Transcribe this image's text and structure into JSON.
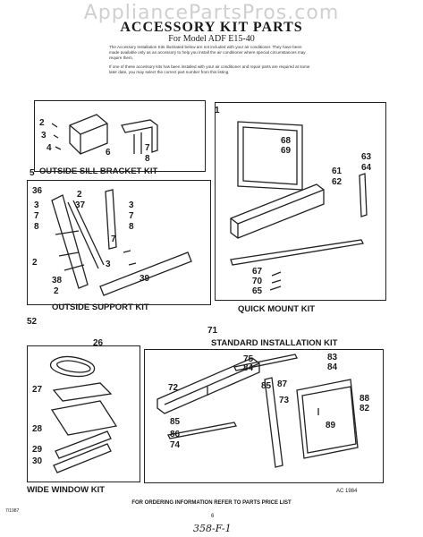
{
  "watermark": "AppliancePartsPros.com",
  "header": {
    "title": "ACCESSORY KIT PARTS",
    "subtitle": "For Model ADF E15-40"
  },
  "intro": {
    "paragraph1": "The Accessory Installation Kits illustrated below are not included with your air conditioner. They have been made available only as an accessory to help you install the air conditioner where special circumstances may require them.",
    "paragraph2": "If one of these accessory kits has been installed with your air conditioner and repair parts are required at some later date, you may select the correct part number from this listing."
  },
  "kits": {
    "outside_sill_bracket": {
      "caption": "OUTSIDE SILL BRACKET KIT",
      "kit_number": "5",
      "callouts": [
        "2",
        "3",
        "4",
        "6",
        "7",
        "8"
      ]
    },
    "outside_support": {
      "caption": "OUTSIDE SUPPORT KIT",
      "kit_number": "52",
      "callouts": [
        "36",
        "2",
        "37",
        "3",
        "7",
        "8",
        "3",
        "7",
        "8",
        "2",
        "3",
        "38",
        "2",
        "39",
        "7"
      ]
    },
    "quick_mount": {
      "caption": "QUICK MOUNT KIT",
      "kit_number": "1",
      "callouts": [
        "68",
        "69",
        "61",
        "62",
        "63",
        "64",
        "67",
        "70",
        "65"
      ]
    },
    "wide_window": {
      "caption": "WIDE WINDOW KIT",
      "callouts": [
        "26",
        "27",
        "28",
        "29",
        "30"
      ]
    },
    "standard_installation": {
      "caption": "STANDARD INSTALLATION KIT",
      "kit_number": "71",
      "callouts": [
        "75",
        "84",
        "83",
        "84",
        "72",
        "85",
        "87",
        "73",
        "86",
        "74",
        "85",
        "88",
        "82",
        "89"
      ]
    }
  },
  "drawing_code": "AC 1984",
  "footer": "FOR ORDERING INFORMATION REFER TO PARTS PRICE LIST",
  "page_number": "6",
  "left_code": "7/1987",
  "handwriting": "358-F-1"
}
